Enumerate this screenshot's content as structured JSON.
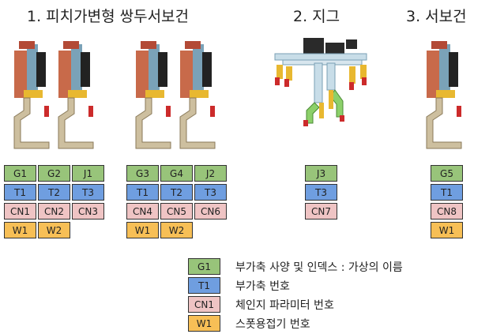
{
  "titles": {
    "t1": "1. 피치가변형 쌍두서보건",
    "t2": "2. 지그",
    "t3": "3. 서보건"
  },
  "groups": [
    {
      "rows": [
        [
          "G1",
          "G2",
          "J1"
        ],
        [
          "T1",
          "T2",
          "T3"
        ],
        [
          "CN1",
          "CN2",
          "CN3"
        ],
        [
          "W1",
          "W2"
        ]
      ]
    },
    {
      "rows": [
        [
          "G3",
          "G4",
          "J2"
        ],
        [
          "T1",
          "T2",
          "T3"
        ],
        [
          "CN4",
          "CN5",
          "CN6"
        ],
        [
          "W1",
          "W2"
        ]
      ]
    },
    {
      "rows": [
        [
          "J3"
        ],
        [
          "T3"
        ],
        [
          "CN7"
        ]
      ]
    },
    {
      "rows": [
        [
          "G5"
        ],
        [
          "T1"
        ],
        [
          "CN8"
        ],
        [
          "W1"
        ]
      ]
    }
  ],
  "legend": [
    {
      "code": "G1",
      "text": "부가축 사양 및 인덱스 : 가상의 이름",
      "color": "#98c47a"
    },
    {
      "code": "T1",
      "text": "부가축 번호",
      "color": "#6f9ee0"
    },
    {
      "code": "CN1",
      "text": "체인지 파라미터 번호",
      "color": "#efc4c4"
    },
    {
      "code": "W1",
      "text": "스폿용접기 번호",
      "color": "#f7bf56"
    }
  ]
}
